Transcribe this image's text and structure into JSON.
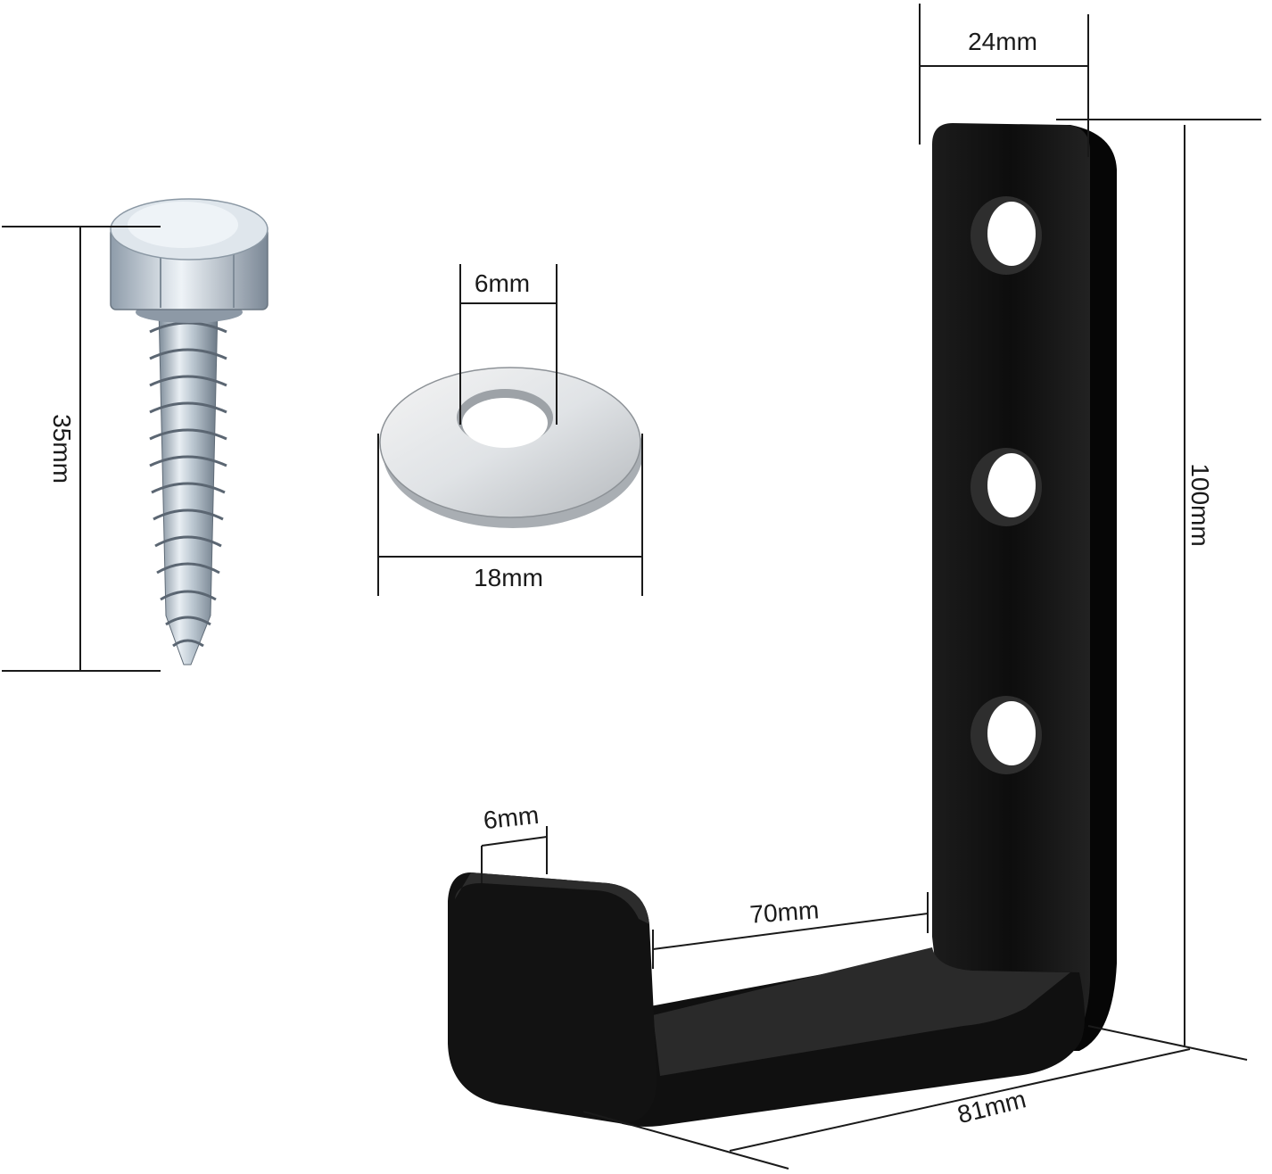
{
  "dimensions": {
    "hook_width": "24mm",
    "hook_height": "100mm",
    "hook_depth": "81mm",
    "hook_inner_gap": "70mm",
    "hook_lip_thickness": "6mm",
    "screw_length": "35mm",
    "washer_hole": "6mm",
    "washer_outer": "18mm"
  },
  "colors": {
    "hook_black": "#141414",
    "metal_silver": "#c9d3dc",
    "line_color": "#1a1a1a"
  }
}
